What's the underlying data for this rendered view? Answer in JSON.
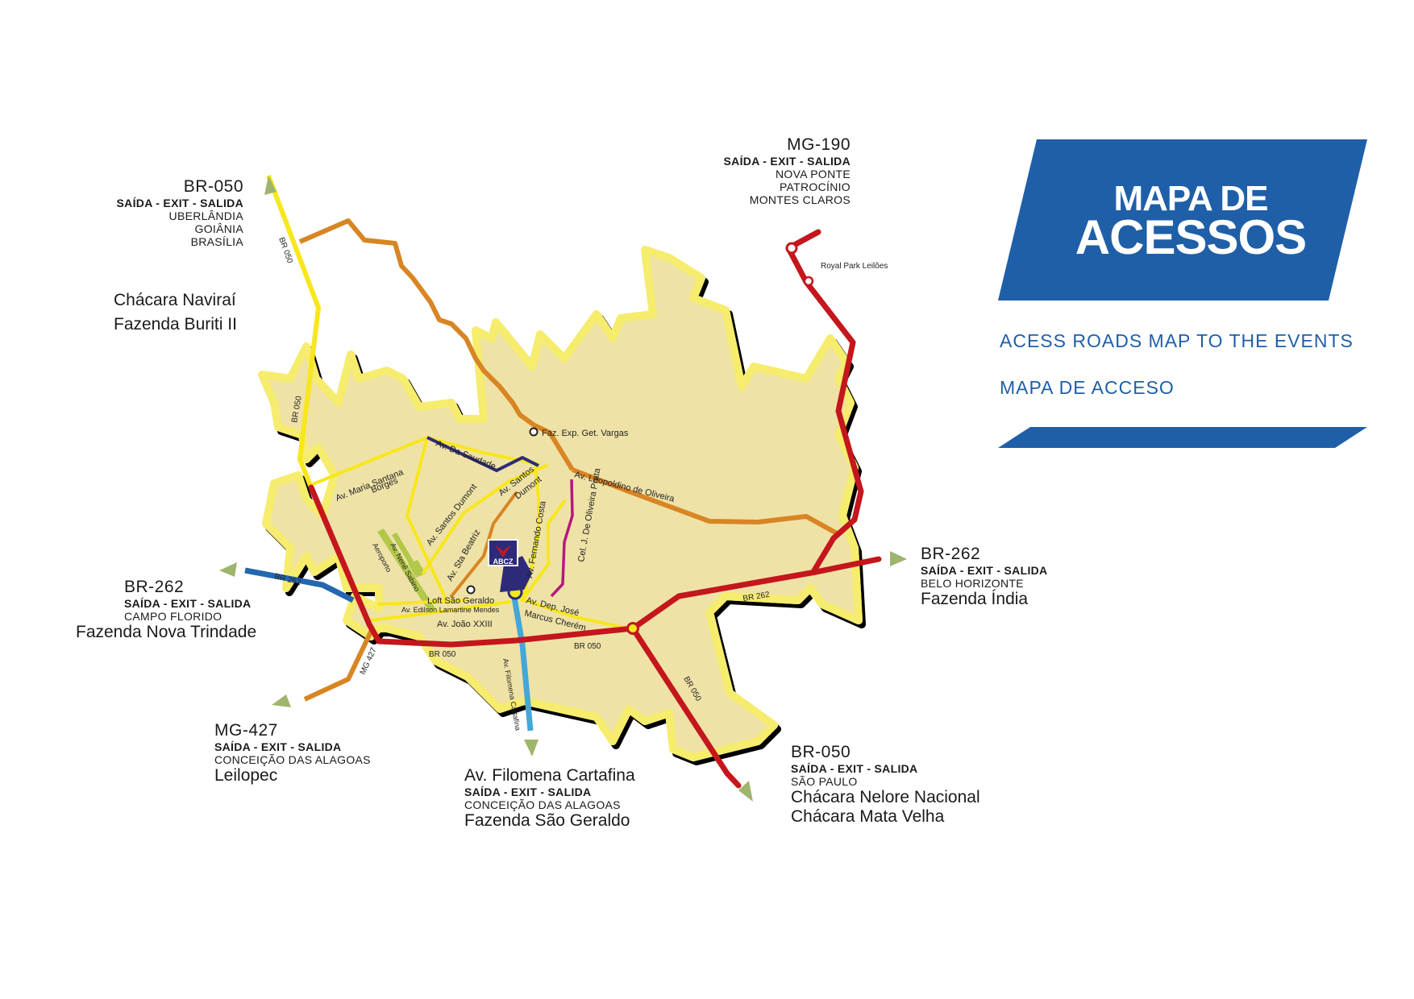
{
  "title": {
    "line1": "MAPA DE",
    "line2": "ACESSOS"
  },
  "subtitle_en": "ACESS ROADS MAP TO THE EVENTS",
  "subtitle_es": "MAPA DE ACCESO",
  "colors": {
    "brand_blue": "#1f5fa8",
    "urban_area": "#efe2a6",
    "urban_border": "#f6ec6e",
    "road_red": "#c4161c",
    "road_orange": "#d88524",
    "road_yellow": "#f7e71c",
    "road_navy": "#2e2a7a",
    "road_blue": "#2466b0",
    "road_lightblue": "#45a6d8",
    "road_magenta": "#b5187f",
    "arrow_green": "#9fb46c"
  },
  "exits": {
    "br050_north": {
      "road": "BR-050",
      "exit": "SAÍDA - EXIT - SALIDA",
      "dests": [
        "UBERLÂNDIA",
        "GOIÂNIA",
        "BRASÍLIA"
      ]
    },
    "mg190": {
      "road": "MG-190",
      "exit": "SAÍDA - EXIT - SALIDA",
      "dests": [
        "NOVA PONTE",
        "PATROCÍNIO",
        "MONTES CLAROS"
      ]
    },
    "br262_west": {
      "road": "BR-262",
      "exit": "SAÍDA - EXIT - SALIDA",
      "dest": "CAMPO FLORIDO",
      "farm": "Fazenda Nova Trindade"
    },
    "br262_east": {
      "road": "BR-262",
      "exit": "SAÍDA - EXIT - SALIDA",
      "dest": "BELO HORIZONTE",
      "farm": "Fazenda Índia"
    },
    "mg427": {
      "road": "MG-427",
      "exit": "SAÍDA - EXIT - SALIDA",
      "dest": "CONCEIÇÃO DAS ALAGOAS",
      "farm": "Leilopec"
    },
    "filomena": {
      "road": "Av. Filomena Cartafina",
      "exit": "SAÍDA - EXIT - SALIDA",
      "dest": "CONCEIÇÃO DAS ALAGOAS",
      "farm": "Fazenda São Geraldo"
    },
    "br050_south": {
      "road": "BR-050",
      "exit": "SAÍDA - EXIT - SALIDA",
      "dest": "SÃO PAULO",
      "farms": [
        "Chácara Nelore Nacional",
        "Chácara Mata Velha"
      ]
    }
  },
  "farms_nw": [
    "Chácara Naviraí",
    "Fazenda Buriti II"
  ],
  "street_labels": {
    "av_maria_santana": "Av. Maria Santana",
    "borges": "Borges",
    "av_da_saudade": "Av. Da Saudade",
    "av_santos_dumont_1": "Av. Santos Dumont",
    "av_santos": "Av. Santos",
    "dumont": "Dumont",
    "av_leopoldino": "Av. Leopoldino de Oliveira",
    "faz_exp": "Faz. Exp. Get. Vargas",
    "cel_j": "Cel. J. De Oliveira Prata",
    "av_fernando": "Av. Fernando Costa",
    "av_sta_beatriz": "Av. Sta Beatriz",
    "av_nene": "Av. Nenê Sabino",
    "aeroporto": "Aeroporto",
    "loft": "Loft São Geraldo",
    "av_edilson": "Av. Edilson Lamartine Mendes",
    "av_joao": "Av. João XXIII",
    "av_dep_jose": "Av. Dep. José",
    "marcus_cherem": "Marcus Cherém",
    "av_filomena_v": "Av. Filomena Cartafina",
    "royal_park": "Royal Park Leilões",
    "abcz": "ABCZ"
  },
  "road_labels": {
    "br050_a": "BR 050",
    "br050_b": "BR 050",
    "br050_c": "BR 050",
    "br050_d": "BR 050",
    "br262_a": "BR 262",
    "br262_b": "BR 262",
    "mg427": "MG 427"
  }
}
